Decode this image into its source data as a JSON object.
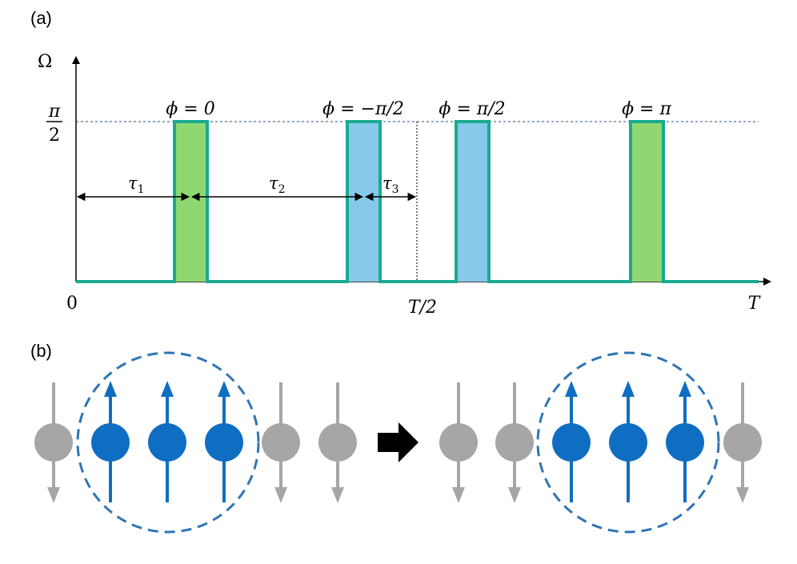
{
  "panel_a": {
    "label": "(a)",
    "y_axis_label": "Ω",
    "y_level_numerator": "π",
    "y_level_denominator": "2",
    "x_origin_label": "0",
    "x_mid_label": "T/2",
    "x_end_label": "T",
    "pulses": [
      {
        "phase_label": "ϕ = 0",
        "color": "#90d771"
      },
      {
        "phase_label": "ϕ = −π/2",
        "color": "#86c9ea"
      },
      {
        "phase_label": "ϕ = π/2",
        "color": "#86c9ea"
      },
      {
        "phase_label": "ϕ = π",
        "color": "#90d771"
      }
    ],
    "intervals": [
      {
        "symbol": "τ",
        "subscript": "1"
      },
      {
        "symbol": "τ",
        "subscript": "2"
      },
      {
        "symbol": "τ",
        "subscript": "3"
      }
    ],
    "colors": {
      "pulse_outline": "#1aaa8f",
      "reference_line": "#1f4e79"
    }
  },
  "panel_b": {
    "label": "(b)",
    "before": [
      "down",
      "up",
      "up",
      "up",
      "down",
      "down"
    ],
    "after": [
      "down",
      "down",
      "up",
      "up",
      "up",
      "down"
    ],
    "colors": {
      "up_spin": "#0f6ec2",
      "down_spin": "#a6a6a6",
      "circle": "#2e75b6",
      "transition_arrow": "#000000"
    }
  }
}
